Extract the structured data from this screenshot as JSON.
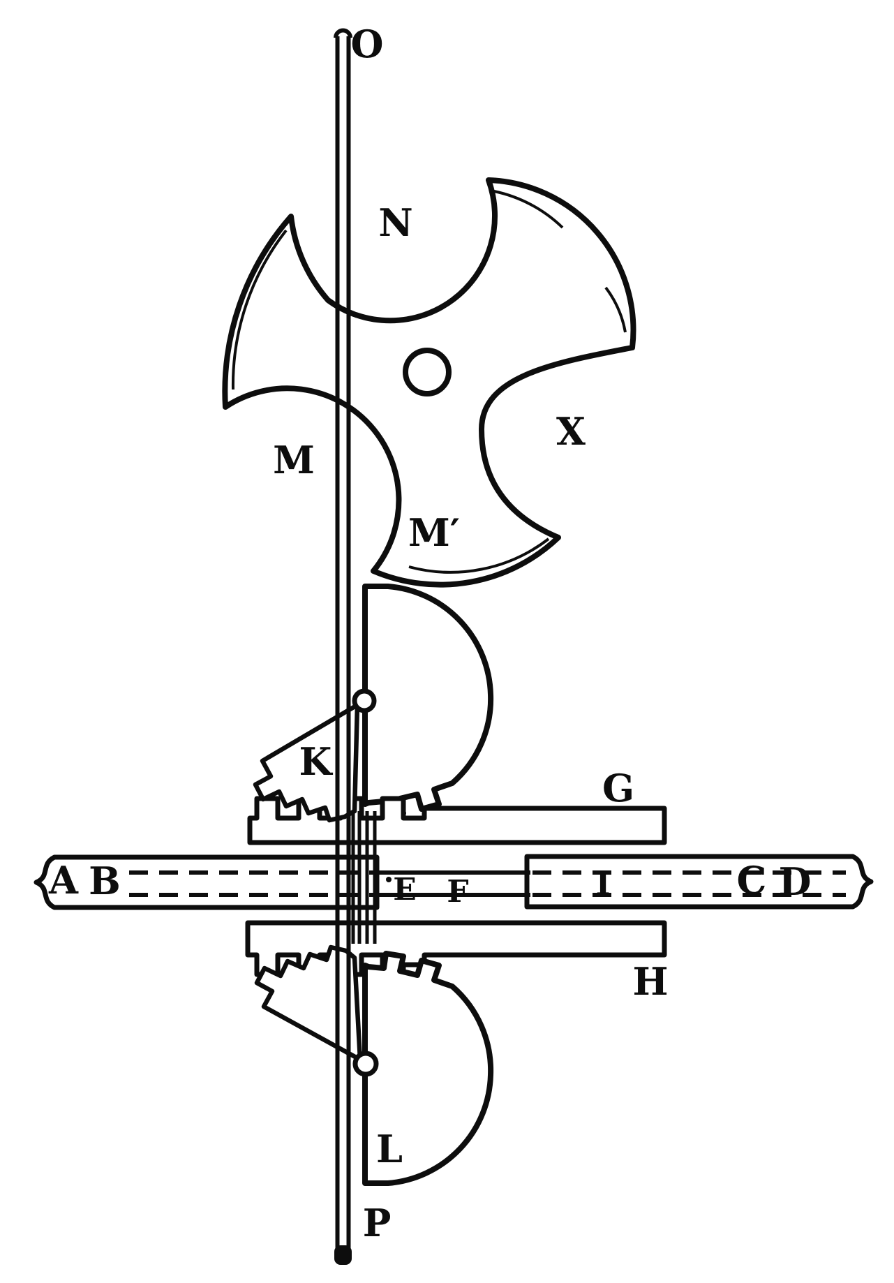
{
  "figure": {
    "description": "Line engraving of a mechanical movement: a four-point star cam wheel on a vertical shaft driving mutilated gear discs, sector pinions and toothed racks on sliding bars",
    "colors": {
      "ink": "#0d0d0d",
      "paper": "#ffffff"
    },
    "labels": {
      "shaft_top": "O",
      "notch_top": "N",
      "star_wheel": "X",
      "blade_left": "M",
      "blade_bottom": "M′",
      "sector_upper": "K",
      "rack_upper": "G",
      "bar_left_a": "A",
      "bar_left_b": "B",
      "collar_e": "E",
      "collar_f": "F",
      "rod_right_i": "I",
      "bar_right_c": "C",
      "bar_right_d": "D",
      "rack_lower": "H",
      "disc_lower": "L",
      "shaft_bottom": "P"
    }
  }
}
